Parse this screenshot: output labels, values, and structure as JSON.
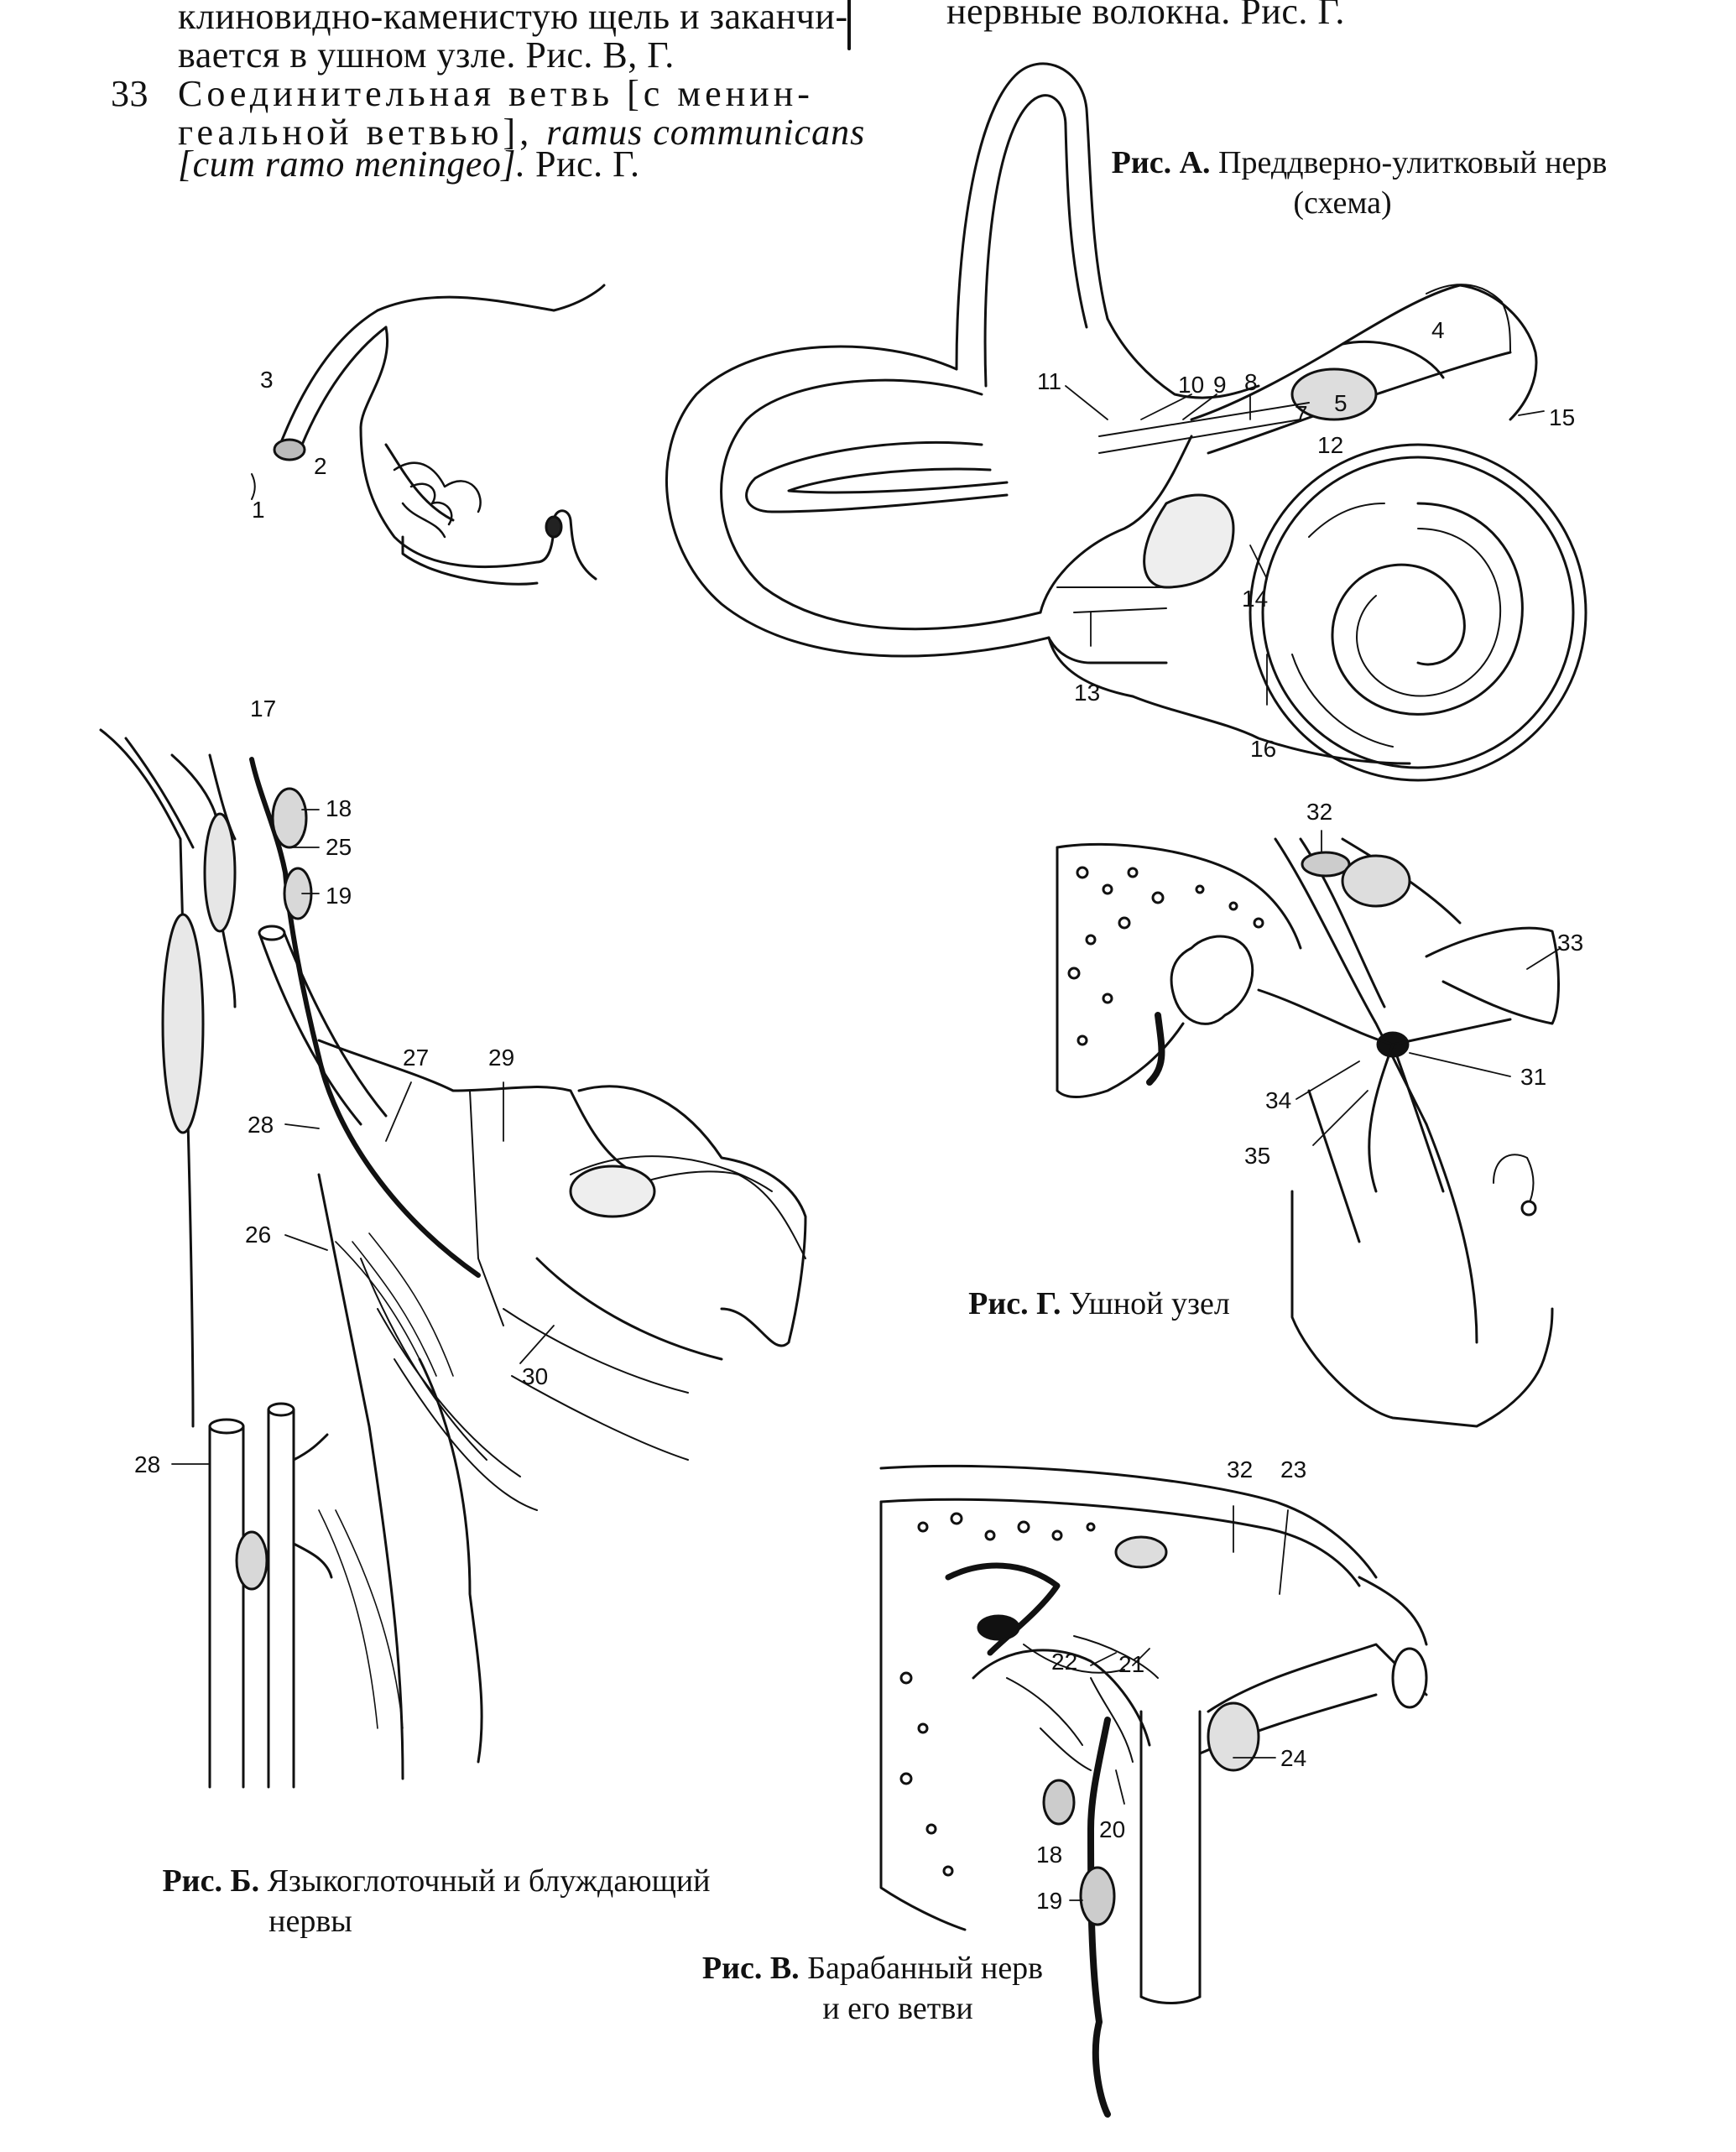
{
  "top_text": {
    "left_line1": "клиновидно-каменистую щель и заканчи-",
    "left_line2": "вается в ушном узле. Рис. В, Г.",
    "item_number": "33",
    "item_line1": "Соединительная ветвь [с менин-",
    "item_line2": "геальной ветвью],",
    "item_line2_latin": "ramus communicans",
    "item_line3_latin": "[cum ramo meningeo].",
    "item_line3_ref": "Рис. Г.",
    "right_line1": "нервные волокна. Рис. Г."
  },
  "figures": {
    "A": {
      "caption_prefix": "Рис. А.",
      "caption_line1": "Преддверно-улитковый нерв",
      "caption_line2": "(схема)",
      "labels": [
        "1",
        "2",
        "3",
        "4",
        "5",
        "7",
        "8",
        "9",
        "10",
        "11",
        "12",
        "13",
        "14",
        "15",
        "16"
      ]
    },
    "B": {
      "caption_prefix": "Рис. Б.",
      "caption_line1": "Языкоглоточный и блуждающий",
      "caption_line2": "нервы",
      "labels": [
        "17",
        "18",
        "25",
        "19",
        "27",
        "29",
        "28",
        "26",
        "30",
        "28"
      ]
    },
    "V": {
      "caption_prefix": "Рис. В.",
      "caption_line1": "Барабанный нерв",
      "caption_line2": "и его ветви",
      "labels": [
        "32",
        "23",
        "22",
        "21",
        "24",
        "20",
        "18",
        "19"
      ]
    },
    "G": {
      "caption_prefix": "Рис. Г.",
      "caption_line1": "Ушной узел",
      "labels": [
        "32",
        "33",
        "31",
        "34",
        "35"
      ]
    }
  }
}
